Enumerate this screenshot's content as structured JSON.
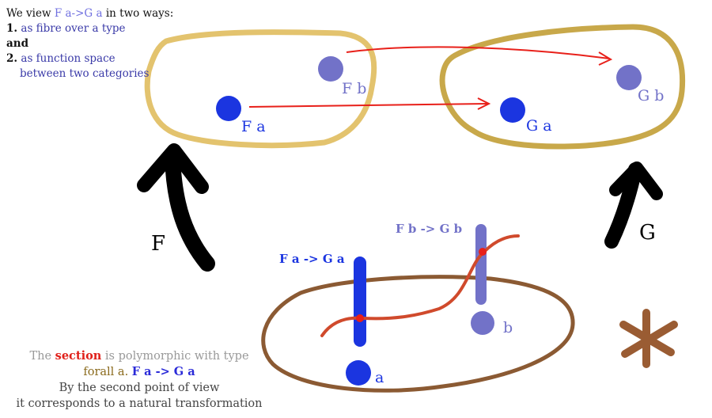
{
  "intro": {
    "line1_prefix": "We view ",
    "line1_expr": "F a->G a",
    "line1_suffix": " in two ways:",
    "item1_num": "1.",
    "item1_text": "as fibre over a type",
    "and": "and",
    "item2_num": "2.",
    "item2_text": "as function space",
    "item2_text_cont": "between two categories"
  },
  "upper": {
    "fa": "F a",
    "fb": "F b",
    "ga": "G a",
    "gb": "G b"
  },
  "functors": {
    "f": "F",
    "g": "G"
  },
  "lower": {
    "fibre_a_label": "F a -> G a",
    "fibre_b_label": "F b -> G b",
    "point_a": "a",
    "point_b": "b"
  },
  "bottom_text": {
    "l1_a": "The ",
    "l1_section": "section",
    "l1_b": " is polymorphic with type",
    "l2_forall": "forall a.",
    "l2_expr": "F a -> G a",
    "l3": "By the second point of view",
    "l4": "it corresponds to a natural transformation"
  },
  "colors": {
    "category_outline": "#e3c36e",
    "category_outline_right": "#c8a84a",
    "type_outline": "#8b5a33",
    "arrow_black": "#000000",
    "mapping_arrow": "#e8201a",
    "section_curve": "#d04a2c",
    "point_dark": "#1b35e0",
    "point_light": "#7272c8",
    "star": "#9a5c33"
  }
}
